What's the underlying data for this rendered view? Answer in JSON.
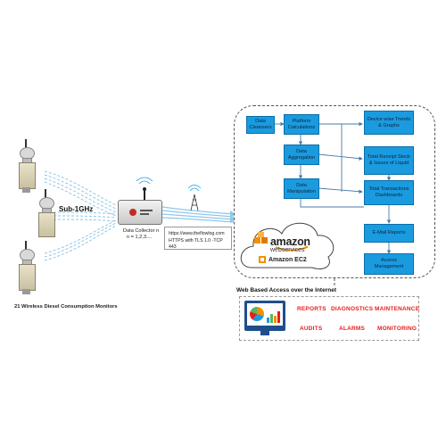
{
  "colors": {
    "box": "#1a9be0",
    "red": "#e4201e",
    "aws_orange": "#f29100",
    "wave": "#8ec7ea",
    "monitor": "#1f4e8c"
  },
  "sensors": {
    "caption": "21 Wireless Diesel Consumption Monitors",
    "count": 3,
    "band_label": "Sub-1GHz"
  },
  "collector": {
    "label_line1": "Data Collector n",
    "label_line2": "n = 1,2,3....",
    "protocol_line1": "https://www.theflowlog.com",
    "protocol_line2": "HTTPS with TLS 1.0 -TCP 443"
  },
  "platform": {
    "boxes": {
      "data_cleansers": "Data Cleansers",
      "platform_calculations": "Platform Calculations",
      "data_aggregation": "Data Aggregation",
      "data_manipulation": "Data Manipulation",
      "device_trends": "Device wise Trends & Graphs",
      "total_receipt": "Total Receipt Stock & Issues of Liquid",
      "total_transactions": "Total Transactions Dashboards",
      "email_reports": "E-Mail Reports",
      "access_management": "Access Management"
    },
    "aws_word": "amazon",
    "aws_sub": "webservices",
    "ec2_label": "Amazon EC2"
  },
  "web": {
    "title": "Web Based Access over the Internet",
    "features": [
      "REPORTS",
      "DIAGNOSTICS",
      "MAINTENANCE",
      "AUDITS",
      "ALARMS",
      "MONITORING"
    ]
  }
}
